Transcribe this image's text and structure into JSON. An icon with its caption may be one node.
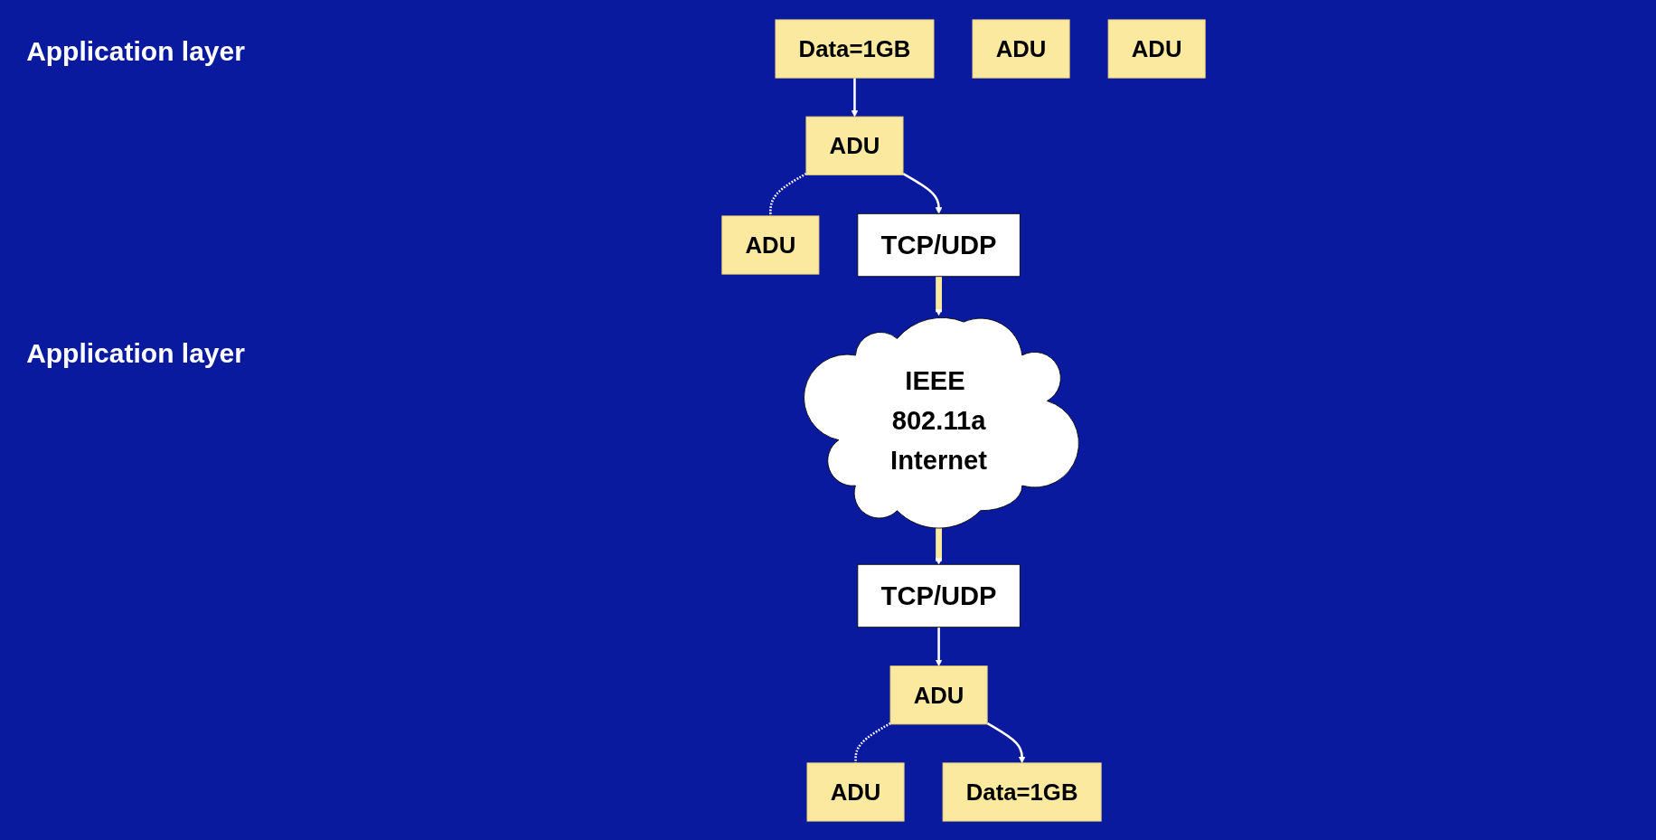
{
  "diagram": {
    "nodes": [
      {
        "text": [
          "Data=1GB"
        ]
      },
      {
        "text": [
          "ADU"
        ]
      },
      {
        "text": [
          "ADU"
        ]
      },
      {
        "text": [
          "ADU"
        ]
      },
      {
        "text": [
          "TCP/UDP"
        ]
      },
      {
        "text": [
          "IEEE 802.11a",
          "Internet"
        ]
      },
      {
        "text": [
          "TCP/UDP"
        ]
      },
      {
        "text": [
          "Data=1GB"
        ]
      },
      {
        "text": [
          "ADU"
        ]
      },
      {
        "text": [
          "ADU"
        ]
      },
      {
        "text": [
          "ADU"
        ]
      }
    ],
    "edges": [
      {
        "from": 0,
        "to": 2,
        "arrow": "to"
      },
      {
        "from": 2,
        "to": 3,
        "arrow": "none",
        "style": "dashed"
      },
      {
        "from": 2,
        "to": 4,
        "arrow": "to"
      },
      {
        "from": 4,
        "to": 5,
        "arrow": "to",
        "style": "thick",
        "color": "#fbe9a0"
      },
      {
        "from": 5,
        "to": 6,
        "arrow": "to",
        "style": "thick",
        "color": "#fbe9a0"
      },
      {
        "from": 6,
        "to": 9,
        "arrow": "to"
      },
      {
        "from": 9,
        "to": 10,
        "arrow": "none",
        "style": "dashed"
      },
      {
        "from": 9,
        "to": 7,
        "arrow": "to"
      }
    ],
    "labels": [
      "Application layer",
      "Application layer"
    ]
  }
}
